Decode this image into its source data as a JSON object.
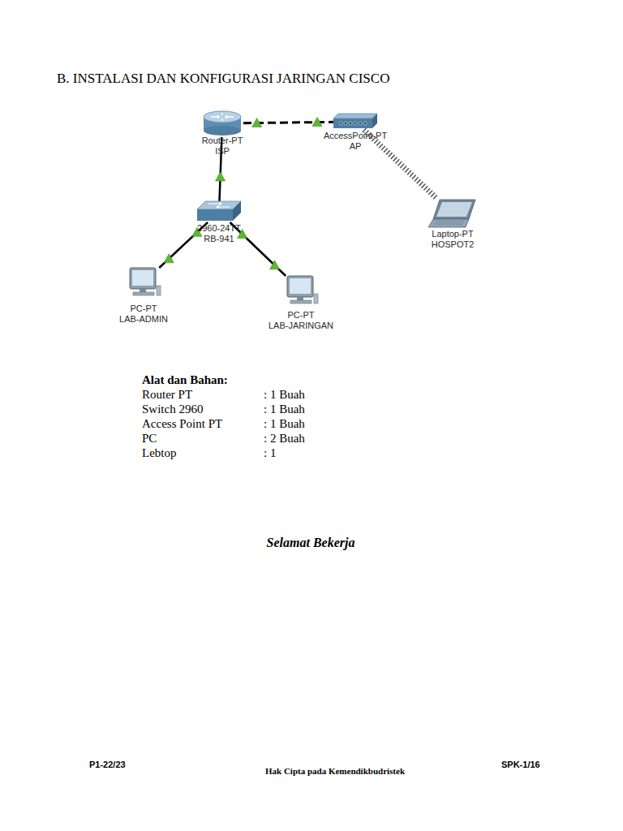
{
  "diagram": {
    "title": "B. INSTALASI DAN KONFIGURASI JARINGAN CISCO",
    "nodes": [
      {
        "text": [
          "Router-PT",
          "ISP"
        ]
      },
      {
        "text": [
          "AccessPoint-PT",
          "AP"
        ]
      },
      {
        "text": [
          "2960-24TT",
          "RB-941"
        ]
      },
      {
        "text": [
          "Laptop-PT",
          "HOSPOT2"
        ]
      },
      {
        "text": [
          "PC-PT",
          "LAB-ADMIN"
        ]
      },
      {
        "text": [
          "PC-PT",
          "LAB-JARINGAN"
        ]
      }
    ],
    "edges": [
      {
        "from": 0,
        "to": 1,
        "arrow": "none"
      },
      {
        "from": 1,
        "to": 3,
        "arrow": "none"
      },
      {
        "from": 0,
        "to": 2,
        "arrow": "none"
      },
      {
        "from": 2,
        "to": 4,
        "arrow": "none"
      },
      {
        "from": 2,
        "to": 5,
        "arrow": "none"
      }
    ],
    "labels": [
      "Alat dan Bahan:",
      "Router PT",
      ": 1 Buah",
      "Switch 2960",
      ": 1 Buah",
      "Access Point PT",
      ": 1 Buah",
      "PC",
      ": 2 Buah",
      "Lebtop",
      ": 1",
      "Selamat Bekerja",
      "P1-22/23",
      "Hak Cipta pada Kemendikbudristek",
      "SPK-1/16"
    ]
  }
}
